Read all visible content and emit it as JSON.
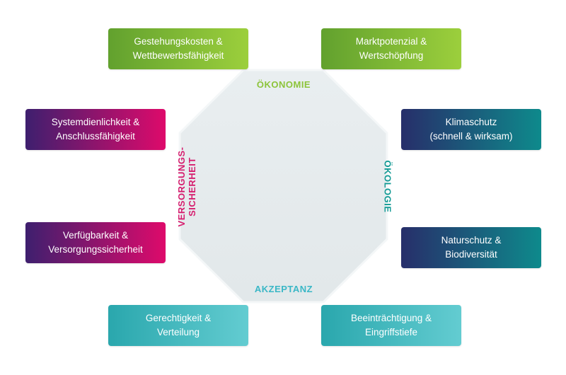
{
  "pillars": {
    "oekonomie": "ÖKONOMIE",
    "oekologie": "ÖKOLOGIE",
    "akzeptanz": "AKZEPTANZ",
    "versorgung_line1": "VERSORGUNGS-",
    "versorgung_line2": "SICHERHEIT"
  },
  "criteria": {
    "gestehungskosten": {
      "line1": "Gestehungskosten &",
      "line2": "Wettbewerbsfähigkeit"
    },
    "marktpotenzial": {
      "line1": "Marktpotenzial &",
      "line2": "Wertschöpfung"
    },
    "systemdienlichkeit": {
      "line1": "Systemdienlichkeit &",
      "line2": "Anschlussfähigkeit"
    },
    "klimaschutz": {
      "line1": "Klimaschutz",
      "line2": "(schnell & wirksam)"
    },
    "verfuegbarkeit": {
      "line1": "Verfügbarkeit &",
      "line2": "Versorgungssicherheit"
    },
    "naturschutz": {
      "line1": "Naturschutz &",
      "line2": "Biodiversität"
    },
    "gerechtigkeit": {
      "line1": "Gerechtigkeit &",
      "line2": "Verteilung"
    },
    "beeintraechtigung": {
      "line1": "Beeinträchtigung &",
      "line2": "Eingriffstiefe"
    }
  },
  "colors": {
    "oekonomie": "#8cc43a",
    "oekologie": "#129a94",
    "akzeptanz": "#3ab7c6",
    "versorgung": "#d61d6e",
    "octagon_fill": "#e7ecee",
    "octagon_border": "#f3f6f7"
  }
}
